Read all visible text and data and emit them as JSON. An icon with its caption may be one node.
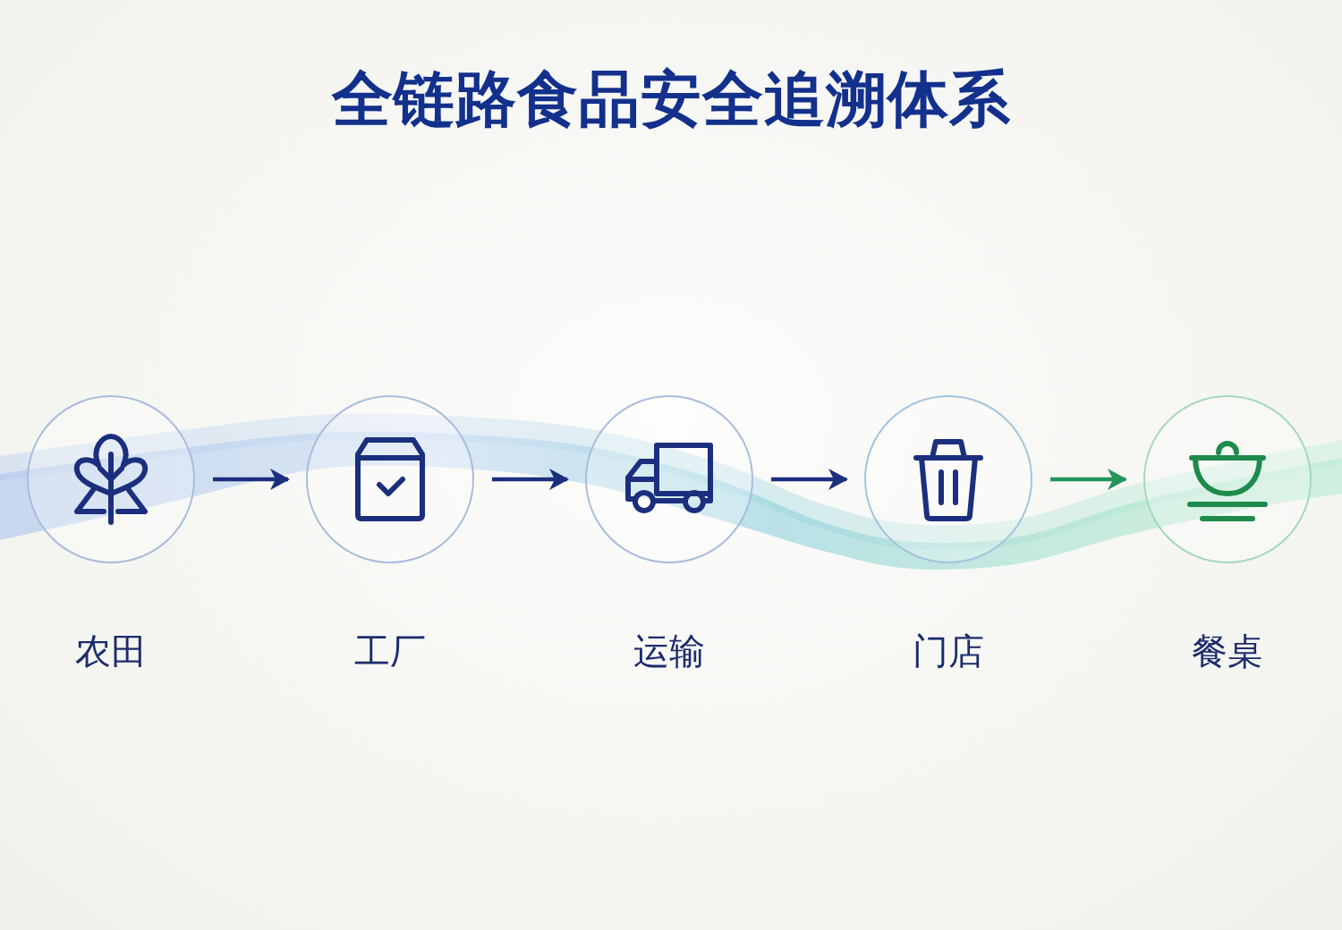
{
  "diagram": {
    "title": "全链路食品安全追溯体系",
    "nodes": [
      {
        "text": [
          "农田"
        ]
      },
      {
        "text": [
          "工厂"
        ]
      },
      {
        "text": [
          "运输"
        ]
      },
      {
        "text": [
          "门店"
        ]
      },
      {
        "text": [
          "餐桌"
        ]
      }
    ],
    "edges": [
      {
        "from": 0,
        "to": 1,
        "arrow": "to"
      },
      {
        "from": 1,
        "to": 2,
        "arrow": "to"
      },
      {
        "from": 2,
        "to": 3,
        "arrow": "to"
      },
      {
        "from": 3,
        "to": 4,
        "arrow": "to",
        "color": "#23945a"
      }
    ]
  }
}
